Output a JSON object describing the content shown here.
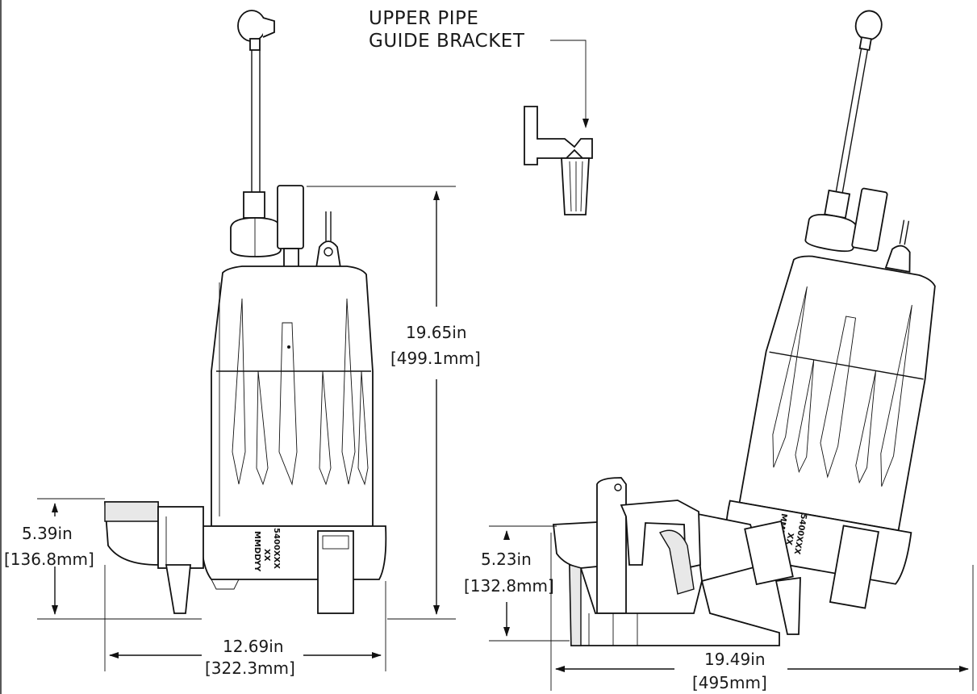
{
  "callout": {
    "line1": "UPPER PIPE",
    "line2": "GUIDE BRACKET"
  },
  "front_view": {
    "height_in": "19.65in",
    "height_mm": "[499.1mm]",
    "discharge_height_in": "5.39in",
    "discharge_height_mm": "[136.8mm]",
    "width_in": "12.69in",
    "width_mm": "[322.3mm]",
    "label_text": [
      "5400XXX",
      "XX",
      "MMDDYY"
    ]
  },
  "side_view": {
    "height_in": "5.23in",
    "height_mm": "[132.8mm]",
    "length_in": "19.49in",
    "length_mm": "[495mm]",
    "label_text": [
      "5400XXX",
      "XX",
      "MMDDYY"
    ]
  }
}
